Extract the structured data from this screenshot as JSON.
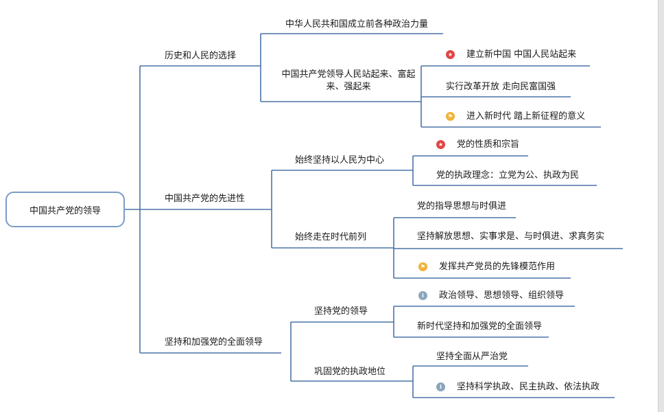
{
  "root": "中国共产党的领导",
  "branches": [
    {
      "label": "历史和人民的选择",
      "children": [
        {
          "label": "中华人民共和国成立前各种政治力量"
        },
        {
          "label": "中国共产党领导人民站起来、富起来、强起来",
          "children": [
            {
              "label": "建立新中国 中国人民站起来",
              "icon": "star-icon"
            },
            {
              "label": "实行改革开放 走向民富国强"
            },
            {
              "label": "进入新时代 踏上新征程的意义",
              "icon": "flag-icon"
            }
          ]
        }
      ]
    },
    {
      "label": "中国共产党的先进性",
      "children": [
        {
          "label": "始终坚持以人民为中心",
          "children": [
            {
              "label": "党的性质和宗旨",
              "icon": "star-icon"
            },
            {
              "label": "党的执政理念：立党为公、执政为民"
            }
          ]
        },
        {
          "label": "始终走在时代前列",
          "children": [
            {
              "label": "党的指导思想与时俱进"
            },
            {
              "label": "坚持解放思想、实事求是、与时俱进、求真务实"
            },
            {
              "label": "发挥共产党员的先锋模范作用",
              "icon": "flag-icon"
            }
          ]
        }
      ]
    },
    {
      "label": "坚持和加强党的全面领导",
      "children": [
        {
          "label": "坚持党的领导",
          "children": [
            {
              "label": "政治领导、思想领导、组织领导",
              "icon": "info-icon"
            },
            {
              "label": "新时代坚持和加强党的全面领导"
            }
          ]
        },
        {
          "label": "巩固党的执政地位",
          "children": [
            {
              "label": "坚持全面从严治党"
            },
            {
              "label": "坚持科学执政、民主执政、依法执政",
              "icon": "info-icon"
            }
          ]
        }
      ]
    }
  ],
  "icon_colors": {
    "star": "#e04545",
    "flag": "#f2b33a",
    "info": "#8aa6bd",
    "connector": "#4a73a8"
  }
}
